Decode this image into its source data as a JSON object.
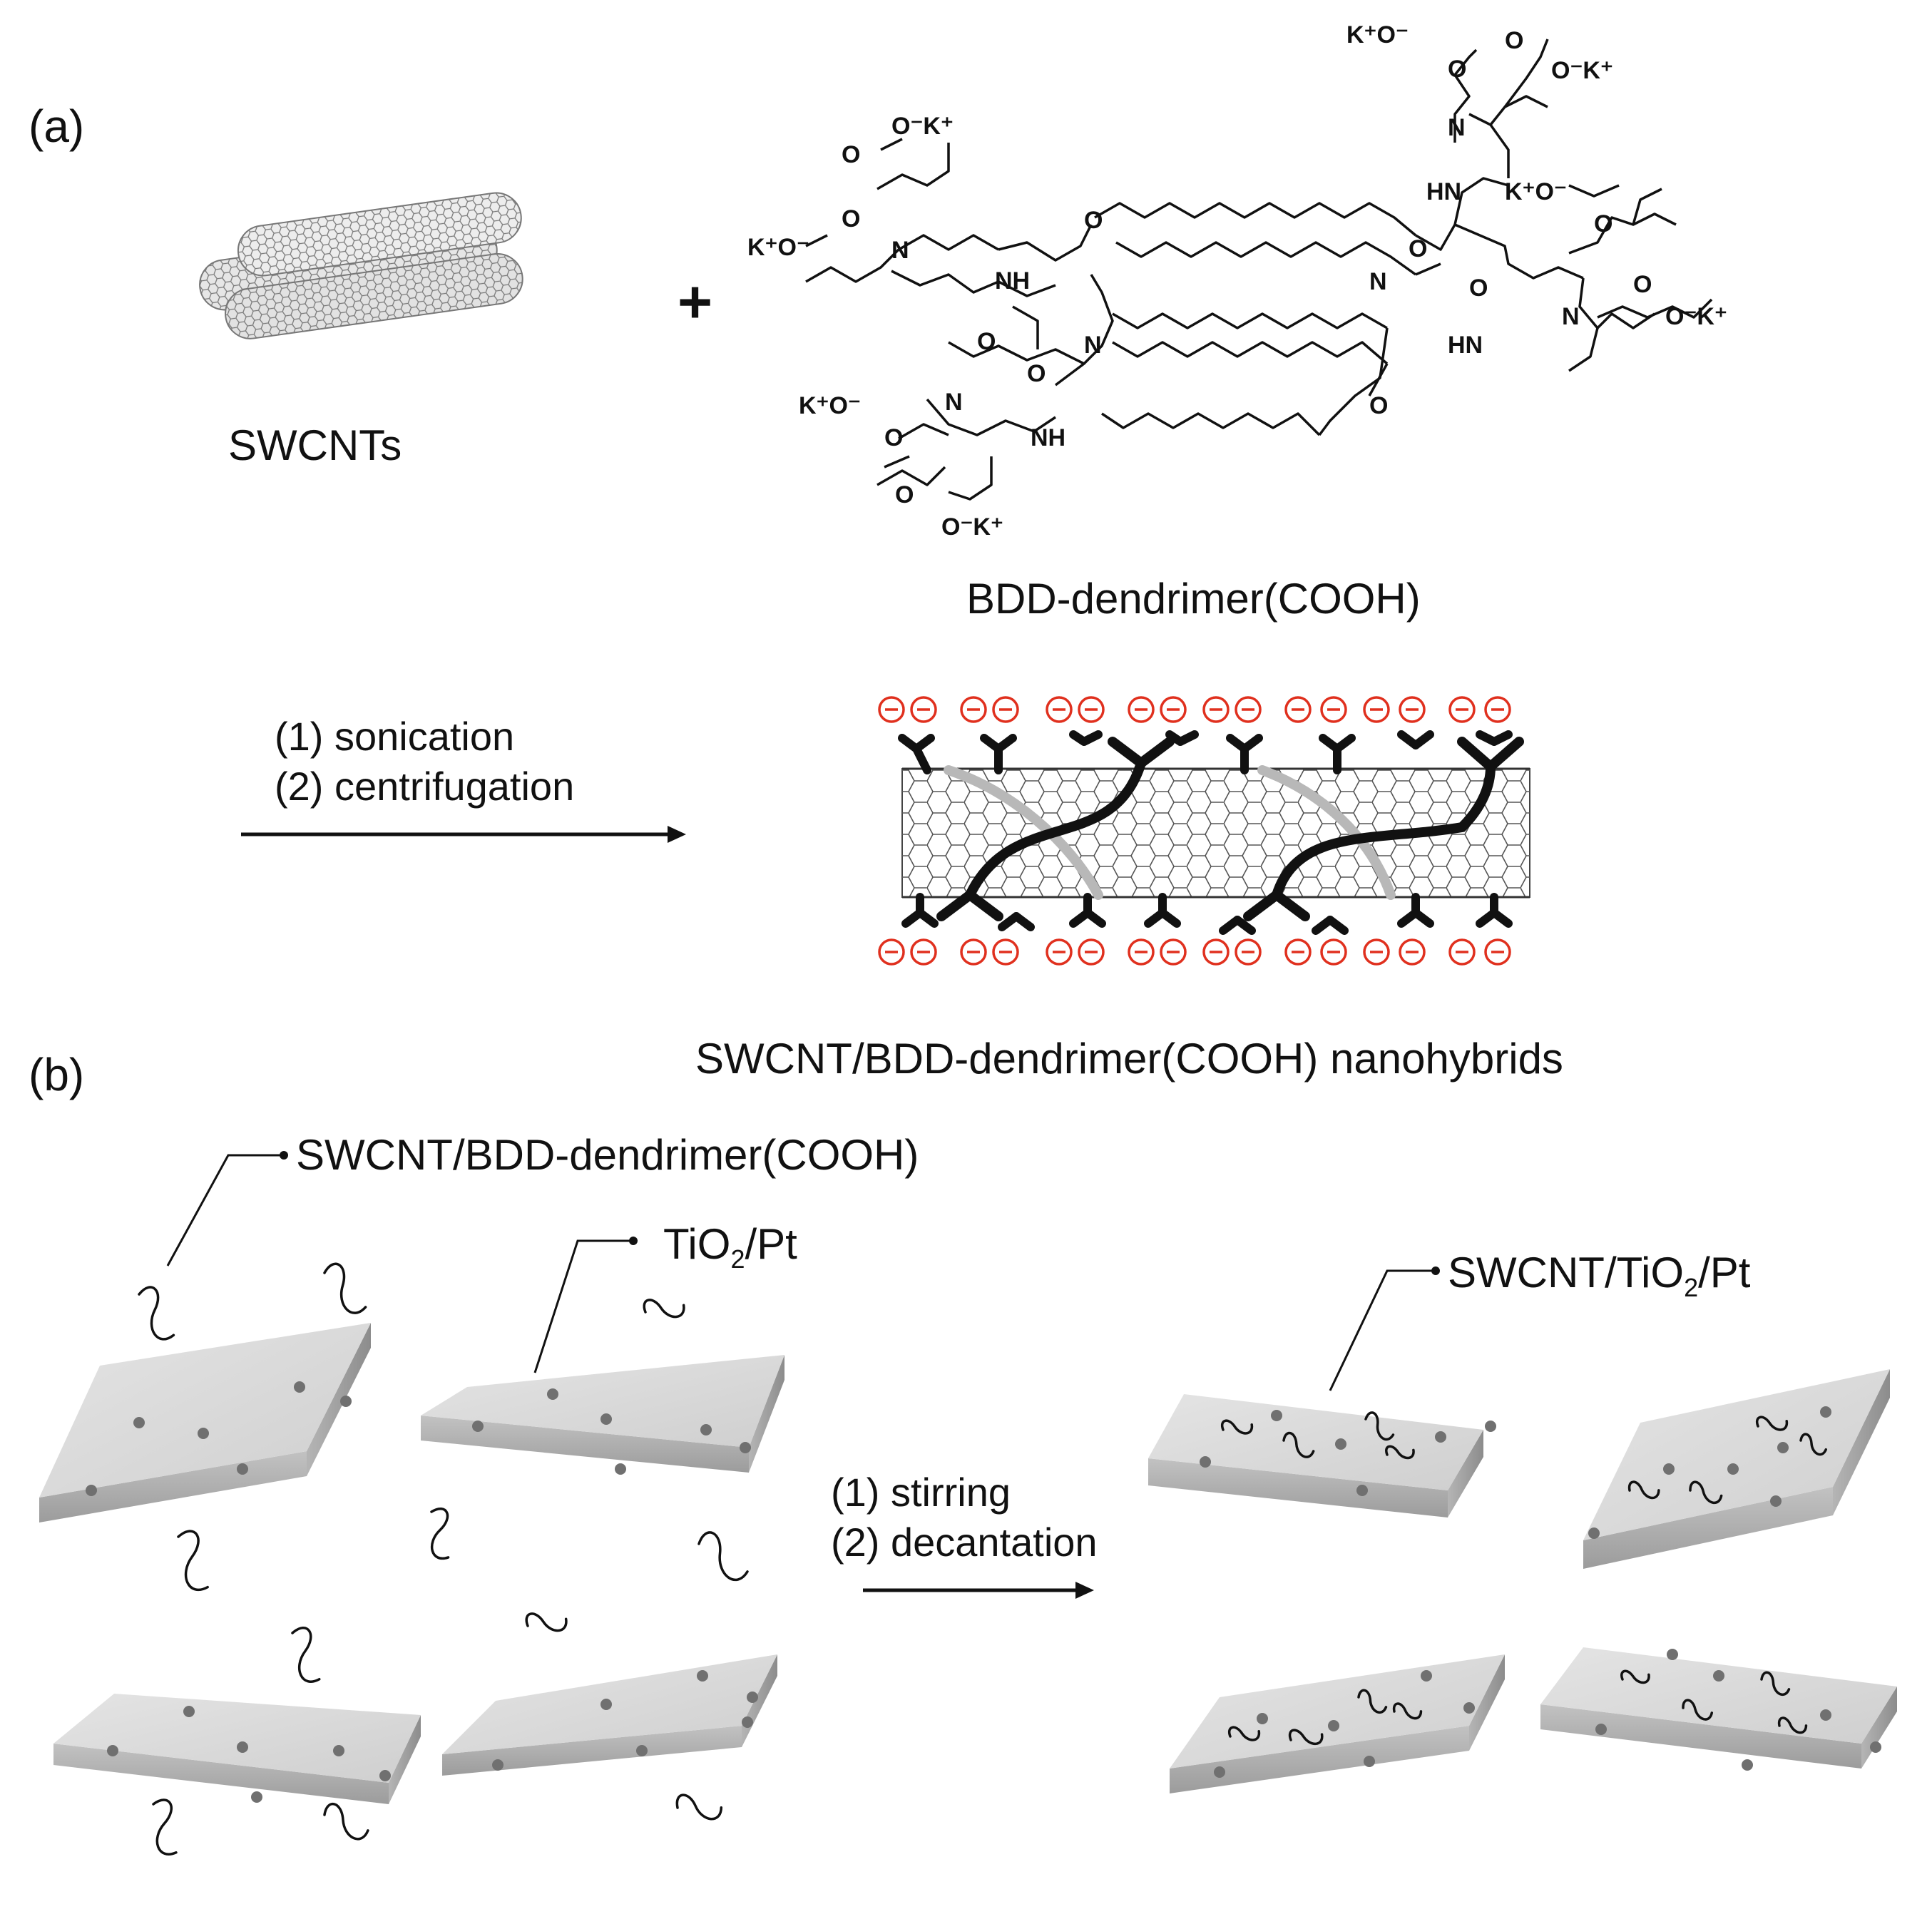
{
  "panel_a": {
    "label": "(a)",
    "swcnt_label": "SWCNTs",
    "plus": "+",
    "dendrimer_label": "BDD-dendrimer(COOH)",
    "step1": "(1) sonication",
    "step2": "(2) centrifugation",
    "charge_symbol": "⊖",
    "hybrid_label": "SWCNT/BDD-dendrimer(COOH) nanohybrids",
    "chem_labels": {
      "O": "O",
      "N": "N",
      "NH": "NH",
      "HN": "HN",
      "K_O": "K⁺O⁻",
      "O_K": "O⁻K⁺"
    },
    "charge_color": "#e0301e"
  },
  "panel_b": {
    "label": "(b)",
    "callout_nanohybrid": "SWCNT/BDD-dendrimer(COOH)",
    "callout_tio2_main": "TiO",
    "callout_tio2_sub": "2",
    "callout_tio2_tail": "/Pt",
    "callout_product_main": "SWCNT/TiO",
    "callout_product_sub": "2",
    "callout_product_tail": "/Pt",
    "step1": "(1) stirring",
    "step2": "(2) decantation"
  }
}
